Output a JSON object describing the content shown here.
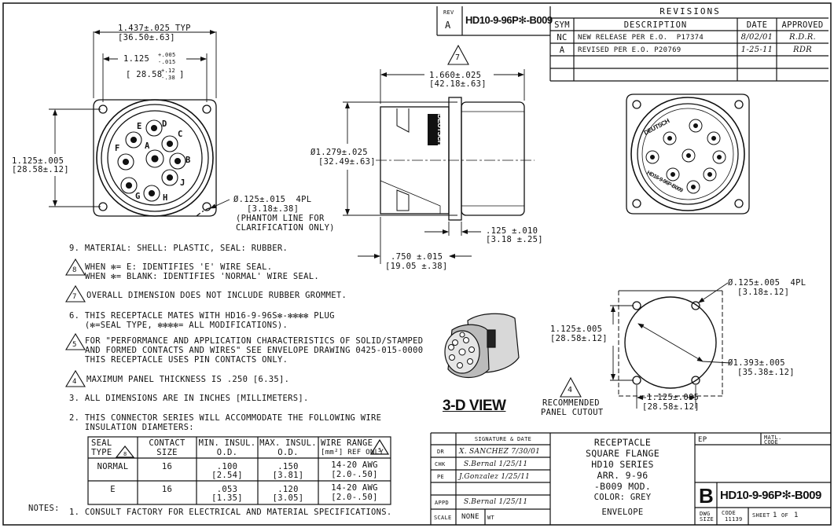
{
  "header": {
    "rev_label": "REV",
    "rev_value": "A",
    "part_number": "HD10-9-96P✻-B009"
  },
  "revisions": {
    "title": "REVISIONS",
    "columns": [
      "SYM",
      "DESCRIPTION",
      "DATE",
      "APPROVED"
    ],
    "rows": [
      {
        "sym": "NC",
        "description": "NEW RELEASE PER E.O.  P17374",
        "date": "8/02/01",
        "approved": "R.D.R."
      },
      {
        "sym": "A",
        "description": "REVISED PER E.O. P20769",
        "date": "1-25-11",
        "approved": "RDR"
      }
    ]
  },
  "front_view": {
    "dim_width": "1.437±.025 TYP",
    "dim_width_mm": "[36.50±.63]",
    "dim_spacing": "1.125",
    "dim_spacing_tol_plus": "+.005",
    "dim_spacing_tol_minus": "-.015",
    "dim_spacing_mm": "[ 28.58",
    "dim_spacing_mm_tol_plus": "+.12",
    "dim_spacing_mm_tol_minus": "-.38",
    "dim_spacing_mm_end": "]",
    "dim_height": "1.125±.005",
    "dim_height_mm": "[28.58±.12]",
    "hole_callout": "Ø.125±.015  4PL",
    "hole_callout_mm": "[3.18±.38]",
    "phantom_note_1": "(PHANTOM LINE FOR",
    "phantom_note_2": "CLARIFICATION ONLY)",
    "pins": [
      "A",
      "B",
      "C",
      "D",
      "E",
      "F",
      "G",
      "H",
      "J"
    ]
  },
  "side_view": {
    "triangle_7": "7",
    "dim_length": "1.660±.025",
    "dim_length_mm": "[42.18±.63]",
    "dim_diameter": "Ø1.279±.025",
    "dim_diameter_mm": "[32.49±.63]",
    "dim_flange": ".125 ±.010",
    "dim_flange_mm": "[3.18 ±.25]",
    "dim_rear": ".750 ±.015",
    "dim_rear_mm": "[19.05 ±.38]",
    "brand": "DEUTSCH"
  },
  "rear_view": {
    "brand": "DEUTSCH",
    "marking": "HD16-9-96P-B009"
  },
  "panel_cutout": {
    "hole_callout": "Ø.125±.005  4PL",
    "hole_callout_mm": "[3.18±.12]",
    "dim_height": "1.125±.005",
    "dim_height_mm": "[28.58±.12]",
    "dim_dia": "Ø1.393±.005",
    "dim_dia_mm": "[35.38±.12]",
    "dim_width": "1.125±.005",
    "dim_width_mm": "[28.58±.12]",
    "triangle_4": "4",
    "caption_1": "RECOMMENDED",
    "caption_2": "PANEL CUTOUT"
  },
  "view_3d": {
    "caption": "3-D VIEW"
  },
  "notes": {
    "label": "NOTES:",
    "n9": "9. MATERIAL: SHELL: PLASTIC, SEAL: RUBBER.",
    "n8_num": "8",
    "n8_l1": "WHEN ✻= E: IDENTIFIES 'E' WIRE SEAL.",
    "n8_l2": "WHEN ✻= BLANK: IDENTIFIES 'NORMAL' WIRE SEAL.",
    "n7_num": "7",
    "n7": "OVERALL DIMENSION DOES NOT INCLUDE RUBBER GROMMET.",
    "n6_l1": "6. THIS RECEPTACLE MATES WITH HD16-9-96S✻-✻✻✻✻ PLUG",
    "n6_l2": "   (✻=SEAL TYPE, ✻✻✻✻= ALL MODIFICATIONS).",
    "n5_num": "5",
    "n5_l1": "FOR \"PERFORMANCE AND APPLICATION CHARACTERISTICS OF SOLID/STAMPED",
    "n5_l2": "AND FORMED CONTACTS AND WIRES\" SEE ENVELOPE DRAWING 0425-015-0000",
    "n5_l3": "THIS RECEPTACLE USES PIN CONTACTS ONLY.",
    "n4_num": "4",
    "n4": "MAXIMUM PANEL THICKNESS IS .250 [6.35].",
    "n3": "3. ALL DIMENSIONS ARE IN INCHES [MILLIMETERS].",
    "n2_l1": "2. THIS CONNECTOR SERIES WILL ACCOMMODATE THE FOLLOWING WIRE",
    "n2_l2": "   INSULATION DIAMETERS:",
    "n1": "1. CONSULT FACTORY FOR ELECTRICAL AND MATERIAL SPECIFICATIONS."
  },
  "wire_table": {
    "h_seal_1": "SEAL",
    "h_seal_2": "TYPE",
    "h_seal_tri": "8",
    "h_contact_1": "CONTACT",
    "h_contact_2": "SIZE",
    "h_min_1": "MIN. INSUL.",
    "h_min_2": "O.D.",
    "h_max_1": "MAX. INSUL.",
    "h_max_2": "O.D.",
    "h_range_1": "WIRE RANGE",
    "h_range_2": "[mm²] REF ONLY",
    "h_range_tri": "5",
    "rows": [
      {
        "seal": "NORMAL",
        "contact": "16",
        "min": ".100",
        "min_mm": "[2.54]",
        "max": ".150",
        "max_mm": "[3.81]",
        "awg": "14-20 AWG",
        "mm2": "[2.0-.50]"
      },
      {
        "seal": "E",
        "contact": "16",
        "min": ".053",
        "min_mm": "[1.35]",
        "max": ".120",
        "max_mm": "[3.05]",
        "awg": "14-20 AWG",
        "mm2": "[2.0-.50]"
      }
    ]
  },
  "title_block": {
    "sig_header": "SIGNATURE & DATE",
    "dr_label": "DR",
    "dr_value": "X. SANCHEZ 7/30/01",
    "chk_label": "CHK",
    "chk_value": "S.Bernal 1/25/11",
    "pe_label": "PE",
    "pe_value": "J.Gonzalez 1/25/11",
    "appd_label": "APPD",
    "appd_value": "S.Bernal 1/25/11",
    "scale_label": "SCALE",
    "scale_value": "NONE",
    "wt_label": "WT",
    "title_1": "RECEPTACLE",
    "title_2": "SQUARE FLANGE",
    "title_3": "HD10 SERIES",
    "title_4": "ARR. 9-96",
    "title_5": "-B009 MOD.",
    "title_6": "COLOR: GREY",
    "title_7": "ENVELOPE",
    "ep_label": "EP",
    "matl_label_1": "MATL.",
    "matl_label_2": "CODE",
    "size_letter": "B",
    "dwg_number": "HD10-9-96P✻-B009",
    "dwg_size_label_1": "DWG",
    "dwg_size_label_2": "SIZE",
    "code_label": "CODE",
    "code_value": "11139",
    "sheet_label": "SHEET",
    "sheet_value": "1",
    "of_label": "OF",
    "of_value": "1"
  }
}
